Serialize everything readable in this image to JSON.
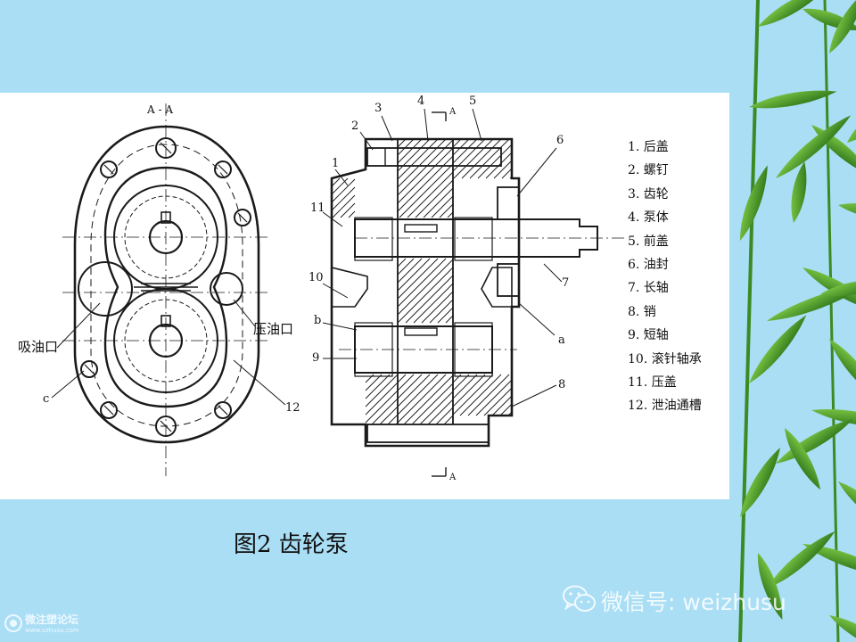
{
  "front_view": {
    "section_label": "A - A",
    "suction_port": "吸油口",
    "pressure_port": "压油口",
    "label_c": "c",
    "label_12": "12"
  },
  "section_view": {
    "callouts": [
      "1",
      "2",
      "3",
      "4",
      "5",
      "6",
      "7",
      "8",
      "9",
      "10",
      "11",
      "b",
      "a"
    ],
    "cut_label_top": "A",
    "cut_label_bottom": "A"
  },
  "legend": [
    "1. 后盖",
    "2. 螺钉",
    "3. 齿轮",
    "4. 泵体",
    "5. 前盖",
    "6. 油封",
    "7. 长轴",
    "8. 销",
    "9. 短轴",
    "10. 滚针轴承",
    "11. 压盖",
    "12. 泄油通槽"
  ],
  "caption": "图2  齿轮泵",
  "watermark": {
    "wechat": "微信号: weizhusu",
    "forum_name": "微注塑论坛",
    "forum_url": "www.vzhusu.com"
  },
  "colors": {
    "background": "#a9def5",
    "sheet": "#ffffff",
    "ink": "#1a1a1a",
    "leaf_dark": "#2f7d1e",
    "leaf_light": "#6cbf3a"
  }
}
